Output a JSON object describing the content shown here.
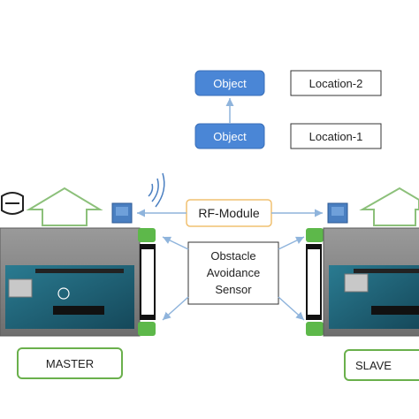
{
  "nodes": {
    "object_top": "Object",
    "object_bottom": "Object",
    "location_2": "Location-2",
    "location_1": "Location-1",
    "rf_module": "RF-Module",
    "sensor_line1": "Obstacle",
    "sensor_line2": "Avoidance",
    "sensor_line3": "Sensor",
    "master": "MASTER",
    "slave": "SLAVE"
  },
  "colors": {
    "object_fill": "#4a86d6",
    "rf_border": "#f0c070",
    "board_label_border": "#6ab04c",
    "arrow_blue": "#8fb4dc",
    "up_arrow": "#8cc07a",
    "board_teal": "#1f5f73",
    "frame_gray": "#8a8a8a",
    "green_dot": "#5db84a",
    "module_blue": "#4a7fc1"
  }
}
